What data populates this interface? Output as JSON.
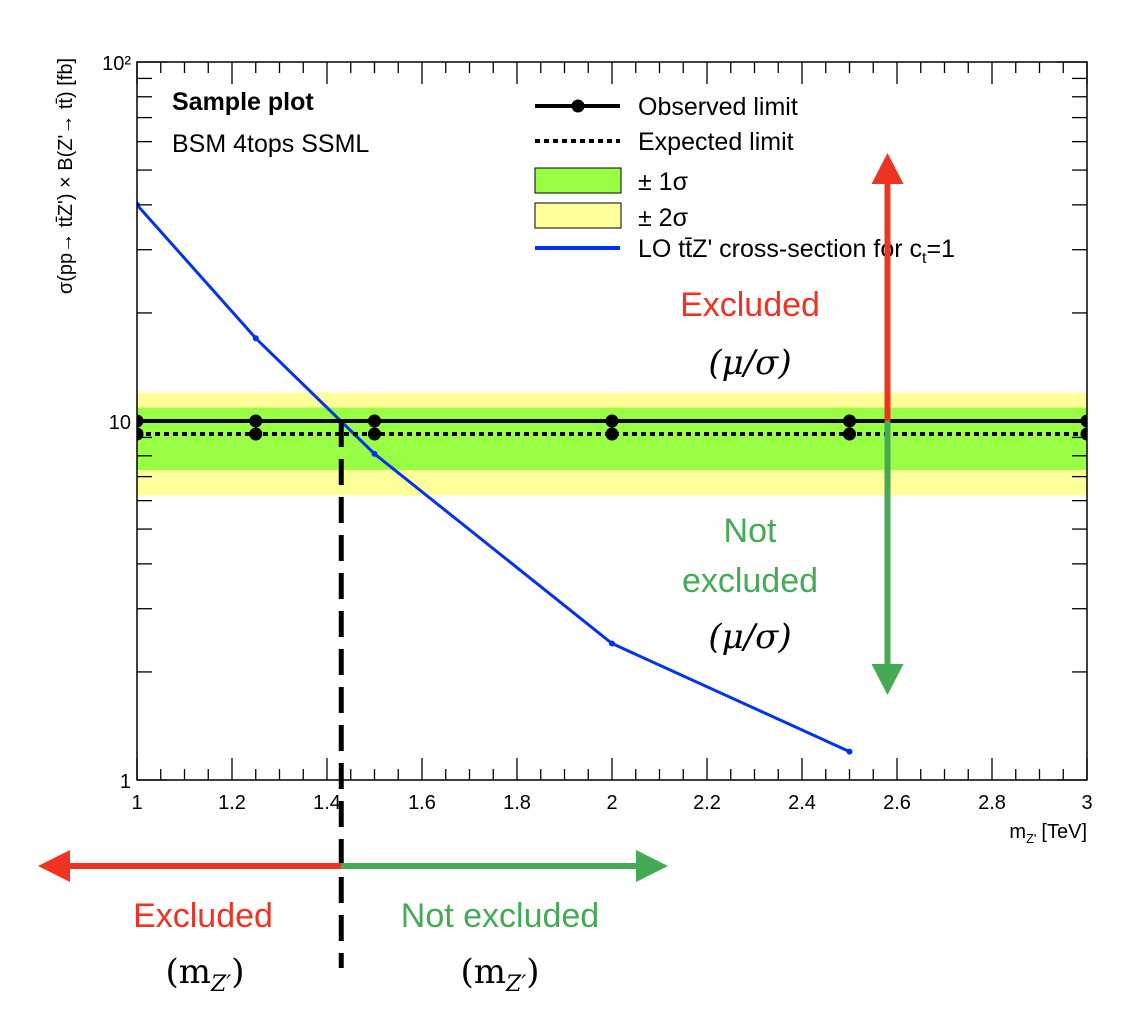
{
  "chart_data": {
    "type": "line",
    "title": "Sample plot",
    "subtitle": "BSM 4tops SSML",
    "xlabel": "m",
    "xlabel_sub": "Z'",
    "xlabel_unit": "[TeV]",
    "ylabel": "σ(pp→ tt̄Z')  × B(Z'→ tt̄) [fb]",
    "xlim": [
      1,
      3
    ],
    "ylim": [
      1,
      100
    ],
    "yscale": "log",
    "x_ticks": [
      "1",
      "1.2",
      "1.4",
      "1.6",
      "1.8",
      "2",
      "2.2",
      "2.4",
      "2.6",
      "2.8",
      "3"
    ],
    "y_tick_labels": [
      "1",
      "10",
      "10²"
    ],
    "series": [
      {
        "name": "Observed limit",
        "style": "solid-markers",
        "color": "#000000",
        "x": [
          1,
          1.25,
          1.5,
          2,
          2.5,
          3
        ],
        "y": [
          10,
          10,
          10,
          10,
          10,
          10
        ]
      },
      {
        "name": "Expected limit",
        "style": "dotted-markers",
        "color": "#000000",
        "x": [
          1,
          1.25,
          1.5,
          2,
          2.5,
          3
        ],
        "y": [
          9.2,
          9.2,
          9.2,
          9.2,
          9.2,
          9.2
        ]
      },
      {
        "name": "± 1σ",
        "style": "band",
        "color": "#99ff44",
        "ylow": 7.3,
        "yhigh": 10.9
      },
      {
        "name": "± 2σ",
        "style": "band",
        "color": "#ffff99",
        "ylow": 6.2,
        "yhigh": 12.0
      },
      {
        "name": "LO tt̄Z' cross-section for c",
        "name_sub": "t",
        "name_tail": "=1",
        "style": "line",
        "color": "#0033ee",
        "x": [
          1,
          1.25,
          1.5,
          2,
          2.5
        ],
        "y": [
          40,
          17,
          8.1,
          2.4,
          1.2
        ]
      }
    ],
    "legend_position": "top-right",
    "annotations": {
      "excluded_mu": {
        "label": "Excluded",
        "formula": "(μ/σ)",
        "color": "#ee3322"
      },
      "not_excluded_mu": {
        "label_line1": "Not",
        "label_line2": "excluded",
        "formula": "(μ/σ)",
        "color": "#44aa55"
      },
      "excluded_m": {
        "label": "Excluded",
        "formula_main": "(m",
        "formula_sub": "Z′",
        "formula_end": ")",
        "color": "#ee3322"
      },
      "not_excluded_m": {
        "label": "Not excluded",
        "formula_main": "(m",
        "formula_sub": "Z′",
        "formula_end": ")",
        "color": "#44aa55"
      },
      "mass_limit_x": 1.43,
      "mu_arrow_x": 2.58
    }
  }
}
